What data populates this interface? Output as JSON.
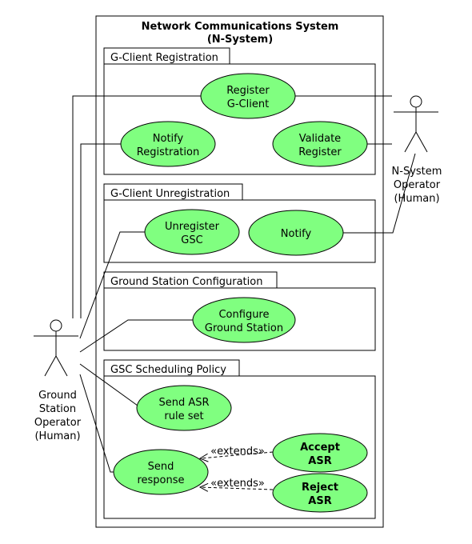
{
  "system": {
    "title_line1": "Network Communications System",
    "title_line2": "(N-System)"
  },
  "packages": {
    "registration": "G-Client Registration",
    "unregistration": "G-Client Unregistration",
    "configuration": "Ground Station Configuration",
    "scheduling": "GSC Scheduling Policy"
  },
  "use_cases": {
    "register": [
      "Register",
      "G-Client"
    ],
    "notify_registration": [
      "Notify",
      "Registration"
    ],
    "validate_register": [
      "Validate",
      "Register"
    ],
    "unregister": [
      "Unregister",
      "GSC"
    ],
    "notify": [
      "Notify"
    ],
    "configure": [
      "Configure",
      "Ground Station"
    ],
    "send_asr": [
      "Send ASR",
      "rule set"
    ],
    "send_response": [
      "Send",
      "response"
    ],
    "accept_asr": [
      "Accept",
      "ASR"
    ],
    "reject_asr": [
      "Reject",
      "ASR"
    ]
  },
  "relations": {
    "extends_accept": "«extends»",
    "extends_reject": "«extends»"
  },
  "actors": {
    "ground_operator": [
      "Ground",
      "Station",
      "Operator",
      "(Human)"
    ],
    "nsystem_operator": [
      "N-System",
      "Operator",
      "(Human)"
    ]
  },
  "colors": {
    "use_case_fill": "#80ff80",
    "stroke": "#000000",
    "background": "#ffffff"
  }
}
